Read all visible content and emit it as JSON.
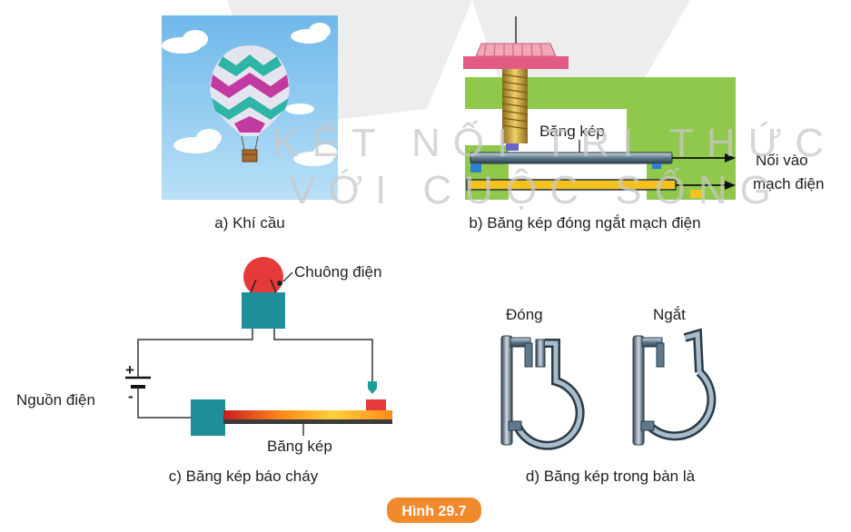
{
  "watermark": {
    "line1": "KẾT NỐI TRI THỨC",
    "line2": "VỚI CUỘC SỐNG"
  },
  "panel_a": {
    "caption": "a) Khí cầu"
  },
  "panel_b": {
    "caption": "b) Băng kép đóng ngắt mạch điện",
    "label_strip": "Băng kép",
    "label_connect_1": "Nối vào",
    "label_connect_2": "mạch điện"
  },
  "panel_c": {
    "caption": "c) Băng kép báo cháy",
    "label_bell": "Chuông điện",
    "label_source": "Nguồn điện",
    "label_strip": "Băng kép",
    "plus": "+",
    "minus": "-"
  },
  "panel_d": {
    "caption": "d) Băng kép trong bàn là",
    "label_closed": "Đóng",
    "label_open": "Ngắt"
  },
  "figure_badge": "Hình 29.7",
  "colors": {
    "sky": "#8ec9ee",
    "frame_green": "#8fc84a",
    "bell_red": "#e63a3a",
    "teal_box": "#1e8e98",
    "strip_yellow": "#f4c21f",
    "badge_orange": "#f08a2c",
    "metal": "#6d8799"
  }
}
